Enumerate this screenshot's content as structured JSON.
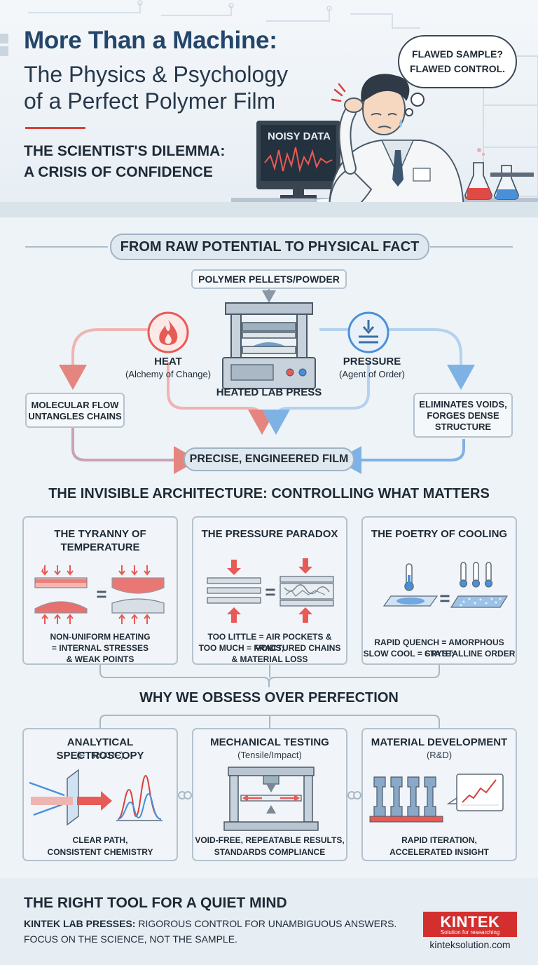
{
  "header": {
    "title_line1": "More Than a Machine:",
    "title_line2": "The Physics & Psychology",
    "title_line3": "of a Perfect Polymer Film",
    "subtitle_line1": "THE SCIENTIST'S DILEMMA:",
    "subtitle_line2": "A CRISIS OF CONFIDENCE",
    "thought_line1": "FLAWED SAMPLE?",
    "thought_line2": "FLAWED CONTROL.",
    "monitor_label": "NOISY DATA"
  },
  "process": {
    "heading": "FROM RAW POTENTIAL TO PHYSICAL FACT",
    "input": "POLYMER PELLETS/POWDER",
    "heat_label": "HEAT",
    "heat_sub": "(Alchemy of Change)",
    "pressure_label": "PRESSURE",
    "pressure_sub": "(Agent of Order)",
    "press_label": "HEATED LAB PRESS",
    "left_effect_line1": "MOLECULAR FLOW",
    "left_effect_line2": "UNTANGLES CHAINS",
    "right_effect_line1": "ELIMINATES VOIDS,",
    "right_effect_line2": "FORGES DENSE",
    "right_effect_line3": "STRUCTURE",
    "output": "PRECISE, ENGINEERED FILM"
  },
  "architecture": {
    "heading": "THE INVISIBLE ARCHITECTURE: CONTROLLING WHAT MATTERS",
    "cards": [
      {
        "title_line1": "THE TYRANNY OF",
        "title_line2": "TEMPERATURE",
        "body_line1": "NON-UNIFORM HEATING",
        "body_line2": "= INTERNAL STRESSES",
        "body_line3": "& WEAK POINTS"
      },
      {
        "title_line1": "THE PRESSURE PARADOX",
        "body_line1": "TOO LITTLE = AIR POCKETS & VOIDS;",
        "body_line2": "TOO MUCH = FRACTURED CHAINS",
        "body_line3": "& MATERIAL LOSS"
      },
      {
        "title_line1": "THE POETRY OF COOLING",
        "body_line1": "RAPID QUENCH = AMORPHOUS STATE;",
        "body_line2": "SLOW COOL = CRYSTALLINE ORDER"
      }
    ]
  },
  "applications": {
    "heading": "WHY WE OBSESS OVER PERFECTION",
    "cards": [
      {
        "title": "ANALYTICAL SPECTROSCOPY",
        "sub": "(FTIR/XRF)",
        "body_line1": "CLEAR PATH,",
        "body_line2": "CONSISTENT CHEMISTRY"
      },
      {
        "title": "MECHANICAL TESTING",
        "sub": "(Tensile/Impact)",
        "body_line1": "VOID-FREE, REPEATABLE RESULTS,",
        "body_line2": "STANDARDS COMPLIANCE"
      },
      {
        "title": "MATERIAL DEVELOPMENT",
        "sub": "(R&D)",
        "body_line1": "RAPID ITERATION,",
        "body_line2": "ACCELERATED INSIGHT"
      }
    ]
  },
  "footer": {
    "heading": "THE RIGHT TOOL FOR A QUIET MIND",
    "line1_bold": "KINTEK LAB PRESSES:",
    "line1_rest": " RIGOROUS CONTROL FOR UNAMBIGUOUS ANSWERS.",
    "line2": "FOCUS ON THE SCIENCE, NOT THE SAMPLE.",
    "logo_name": "KINTEK",
    "logo_tagline": "Solution for researching",
    "website": "kinteksolution.com"
  },
  "colors": {
    "title_blue": "#24466a",
    "accent_red": "#d8413d",
    "heat_red": "#e85a55",
    "pressure_blue": "#4a90d9",
    "kintek_red": "#d32f2f"
  }
}
